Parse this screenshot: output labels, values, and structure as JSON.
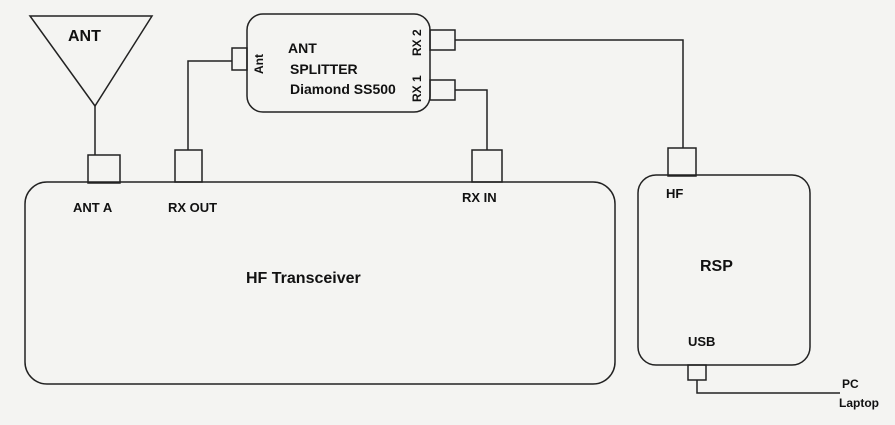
{
  "antenna": {
    "label": "ANT"
  },
  "splitter": {
    "line1": "ANT",
    "line2": "SPLITTER",
    "line3": "Diamond SS500",
    "port_ant": "Ant",
    "port_rx1": "RX 1",
    "port_rx2": "RX 2"
  },
  "transceiver": {
    "title": "HF Transceiver",
    "port_ant_a": "ANT A",
    "port_rx_out": "RX OUT",
    "port_rx_in": "RX IN"
  },
  "rsp": {
    "title": "RSP",
    "port_hf": "HF",
    "port_usb": "USB"
  },
  "pc": {
    "line1": "PC",
    "line2": "Laptop"
  }
}
